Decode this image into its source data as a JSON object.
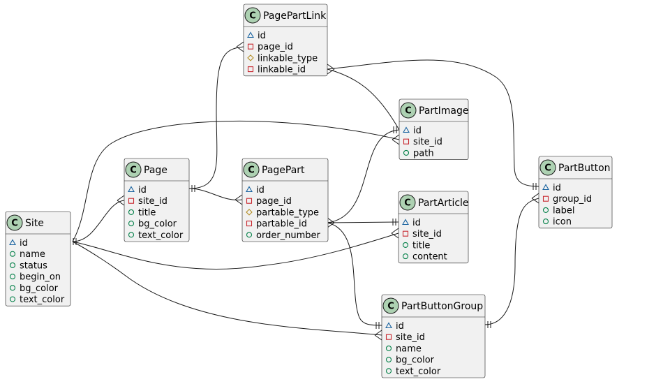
{
  "entities": {
    "pagepartlink": {
      "name": "PagePartLink",
      "attributes": [
        {
          "name": "id",
          "kind": "key"
        },
        {
          "name": "page_id",
          "kind": "private"
        },
        {
          "name": "linkable_type",
          "kind": "protected"
        },
        {
          "name": "linkable_id",
          "kind": "private"
        }
      ]
    },
    "partimage": {
      "name": "PartImage",
      "attributes": [
        {
          "name": "id",
          "kind": "key"
        },
        {
          "name": "site_id",
          "kind": "private"
        },
        {
          "name": "path",
          "kind": "public"
        }
      ]
    },
    "page": {
      "name": "Page",
      "attributes": [
        {
          "name": "id",
          "kind": "key"
        },
        {
          "name": "site_id",
          "kind": "private"
        },
        {
          "name": "title",
          "kind": "public"
        },
        {
          "name": "bg_color",
          "kind": "public"
        },
        {
          "name": "text_color",
          "kind": "public"
        }
      ]
    },
    "pagepart": {
      "name": "PagePart",
      "attributes": [
        {
          "name": "id",
          "kind": "key"
        },
        {
          "name": "page_id",
          "kind": "private"
        },
        {
          "name": "partable_type",
          "kind": "protected"
        },
        {
          "name": "partable_id",
          "kind": "private"
        },
        {
          "name": "order_number",
          "kind": "public"
        }
      ]
    },
    "partbutton": {
      "name": "PartButton",
      "attributes": [
        {
          "name": "id",
          "kind": "key"
        },
        {
          "name": "group_id",
          "kind": "private"
        },
        {
          "name": "label",
          "kind": "public"
        },
        {
          "name": "icon",
          "kind": "public"
        }
      ]
    },
    "partarticle": {
      "name": "PartArticle",
      "attributes": [
        {
          "name": "id",
          "kind": "key"
        },
        {
          "name": "site_id",
          "kind": "private"
        },
        {
          "name": "title",
          "kind": "public"
        },
        {
          "name": "content",
          "kind": "public"
        }
      ]
    },
    "site": {
      "name": "Site",
      "attributes": [
        {
          "name": "id",
          "kind": "key"
        },
        {
          "name": "name",
          "kind": "public"
        },
        {
          "name": "status",
          "kind": "public"
        },
        {
          "name": "begin_on",
          "kind": "public"
        },
        {
          "name": "bg_color",
          "kind": "public"
        },
        {
          "name": "text_color",
          "kind": "public"
        }
      ]
    },
    "partbuttongroup": {
      "name": "PartButtonGroup",
      "attributes": [
        {
          "name": "id",
          "kind": "key"
        },
        {
          "name": "site_id",
          "kind": "private"
        },
        {
          "name": "name",
          "kind": "public"
        },
        {
          "name": "bg_color",
          "kind": "public"
        },
        {
          "name": "text_color",
          "kind": "public"
        }
      ]
    }
  },
  "stereotype_letter": "C",
  "colors": {
    "entity_fill": "#f1f1f1",
    "stereotype_circle": "#add1b2",
    "key_icon": "#1963a0",
    "private_icon": "#c82930",
    "protected_icon": "#b38d22",
    "public_icon": "#038048",
    "line": "#181818"
  },
  "relationships": [
    {
      "from": "site",
      "to": "page",
      "from_end": "one",
      "to_end": "many"
    },
    {
      "from": "site",
      "to": "partimage",
      "from_end": "one",
      "to_end": "many"
    },
    {
      "from": "site",
      "to": "partarticle",
      "from_end": "one",
      "to_end": "many"
    },
    {
      "from": "site",
      "to": "partbuttongroup",
      "from_end": "one",
      "to_end": "many"
    },
    {
      "from": "page",
      "to": "pagepartlink",
      "from_end": "one",
      "to_end": "many"
    },
    {
      "from": "page",
      "to": "pagepart",
      "from_end": "one",
      "to_end": "many"
    },
    {
      "from": "pagepartlink",
      "to": "partimage",
      "from_end": "many",
      "to_end": "one"
    },
    {
      "from": "pagepartlink",
      "to": "partbutton",
      "from_end": "many",
      "to_end": "one"
    },
    {
      "from": "pagepart",
      "to": "partimage",
      "from_end": "many",
      "to_end": "one"
    },
    {
      "from": "pagepart",
      "to": "partarticle",
      "from_end": "many",
      "to_end": "one"
    },
    {
      "from": "pagepart",
      "to": "partbuttongroup",
      "from_end": "many",
      "to_end": "one"
    },
    {
      "from": "partbuttongroup",
      "to": "partbutton",
      "from_end": "one",
      "to_end": "many"
    }
  ]
}
